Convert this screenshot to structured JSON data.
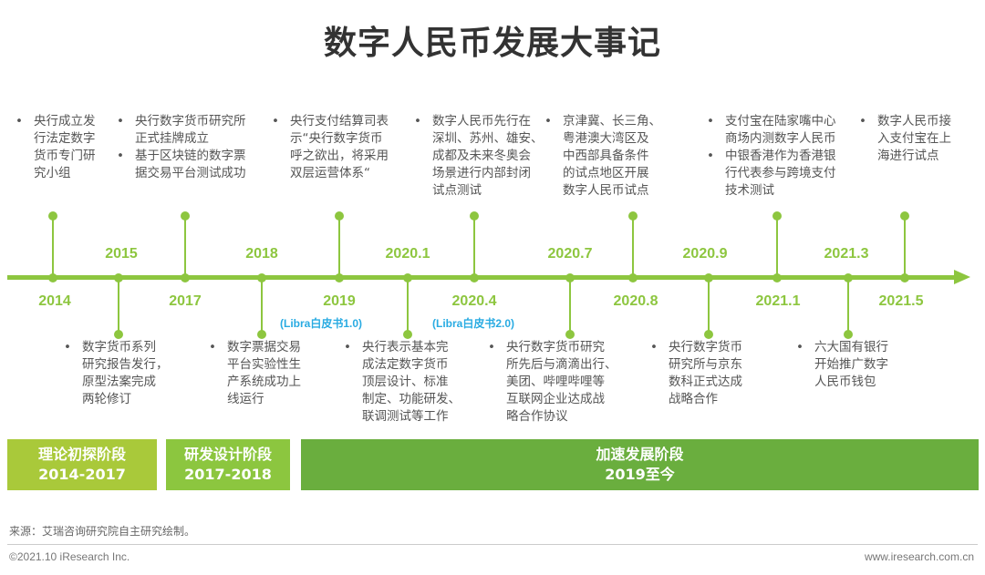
{
  "title": "数字人民币发展大事记",
  "colors": {
    "timeline": "#8dc63f",
    "libra": "#29abe2",
    "stage1": "#a9c93a",
    "stage2": "#8cc63f",
    "stage3": "#6aae3e"
  },
  "upper_labels": [
    "2015",
    "2018",
    "2020.1",
    "2020.7",
    "2020.9",
    "2021.3"
  ],
  "lower_labels": [
    "2014",
    "2017",
    "2019",
    "2020.4",
    "2020.8",
    "2021.1",
    "2021.5"
  ],
  "libra": [
    "(Libra白皮书1.0)",
    "(Libra白皮书2.0)"
  ],
  "top_events": [
    {
      "lines": [
        "央行成立发",
        "行法定数字",
        "货币专门研",
        "究小组"
      ]
    },
    {
      "lines": [
        "央行数字货币研究所",
        "正式挂牌成立"
      ],
      "lines2": [
        "基于区块链的数字票",
        "据交易平台测试成功"
      ]
    },
    {
      "lines": [
        "央行支付结算司表",
        "示“央行数字货币",
        "呼之欲出，将采用",
        "双层运营体系“"
      ]
    },
    {
      "lines": [
        "数字人民币先行在",
        "深圳、苏州、雄安、",
        "成都及未来冬奥会",
        "场景进行内部封闭",
        "试点测试"
      ]
    },
    {
      "lines": [
        "京津冀、长三角、",
        "粤港澳大湾区及",
        "中西部具备条件",
        "的试点地区开展",
        "数字人民币试点"
      ]
    },
    {
      "lines": [
        "支付宝在陆家嘴中心",
        "商场内测数字人民币"
      ],
      "lines2": [
        "中银香港作为香港银",
        "行代表参与跨境支付",
        "技术测试"
      ]
    },
    {
      "lines": [
        "数字人民币接",
        "入支付宝在上",
        "海进行试点"
      ]
    }
  ],
  "bottom_events": [
    {
      "lines": [
        "数字货币系列",
        "研究报告发行，",
        "原型法案完成",
        "两轮修订"
      ]
    },
    {
      "lines": [
        "数字票据交易",
        "平台实验性生",
        "产系统成功上",
        "线运行"
      ]
    },
    {
      "lines": [
        "央行表示基本完",
        "成法定数字货币",
        "顶层设计、标准",
        "制定、功能研发、",
        "联调测试等工作"
      ]
    },
    {
      "lines": [
        "央行数字货币研究",
        "所先后与滴滴出行、",
        "美团、哔哩哔哩等",
        "互联网企业达成战",
        "略合作协议"
      ]
    },
    {
      "lines": [
        "央行数字货币",
        "研究所与京东",
        "数科正式达成",
        "战略合作"
      ]
    },
    {
      "lines": [
        "六大国有银行",
        "开始推广数字",
        "人民币钱包"
      ]
    }
  ],
  "bullet": "•",
  "stages": [
    {
      "name": "理论初探阶段",
      "period": "2014-2017"
    },
    {
      "name": "研发设计阶段",
      "period": "2017-2018"
    },
    {
      "name": "加速发展阶段",
      "period": "2019至今"
    }
  ],
  "footer": {
    "source": "来源：艾瑞咨询研究院自主研究绘制。",
    "copyright": "©2021.10 iResearch Inc.",
    "site": "www.iresearch.com.cn"
  }
}
